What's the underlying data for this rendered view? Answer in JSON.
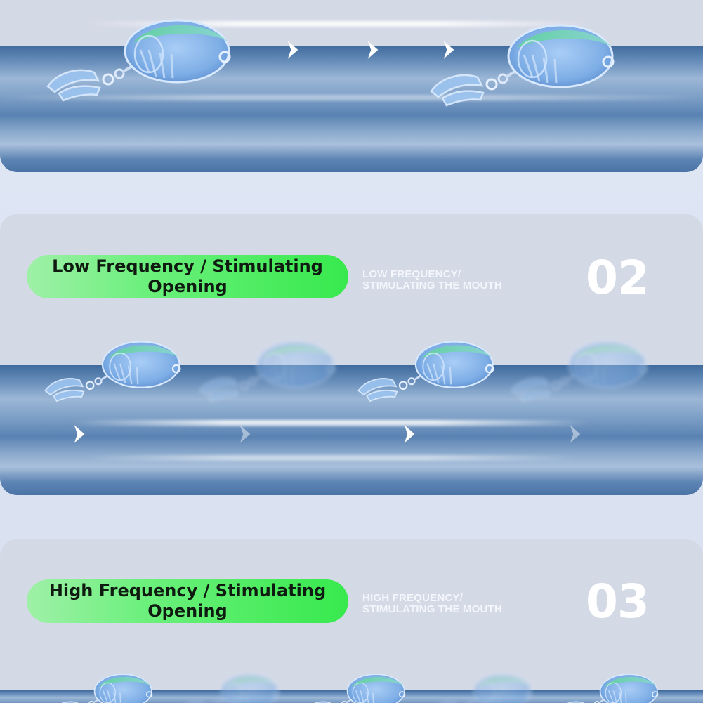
{
  "sections": [
    {
      "pill_line1": "Low Frequency / Stimulating",
      "pill_line2": "Opening",
      "sub_line1": "LOW FREQUENCY/",
      "sub_line2": "STIMULATING THE MOUTH",
      "number": "02"
    },
    {
      "pill_line1": "High Frequency / Stimulating",
      "pill_line2": "Opening",
      "sub_line1": "HIGH FREQUENCY/",
      "sub_line2": "STIMULATING THE MOUTH",
      "number": "03"
    }
  ],
  "colors": {
    "pill_green": "#37e94d",
    "water_blue": "#5a82b2",
    "panel_grey": "#d4d9e6",
    "lure_blue": "#7fb2ea",
    "lure_green": "#5fd39a"
  },
  "icons": [
    "crab-lure-icon",
    "chevron-right-icon"
  ]
}
